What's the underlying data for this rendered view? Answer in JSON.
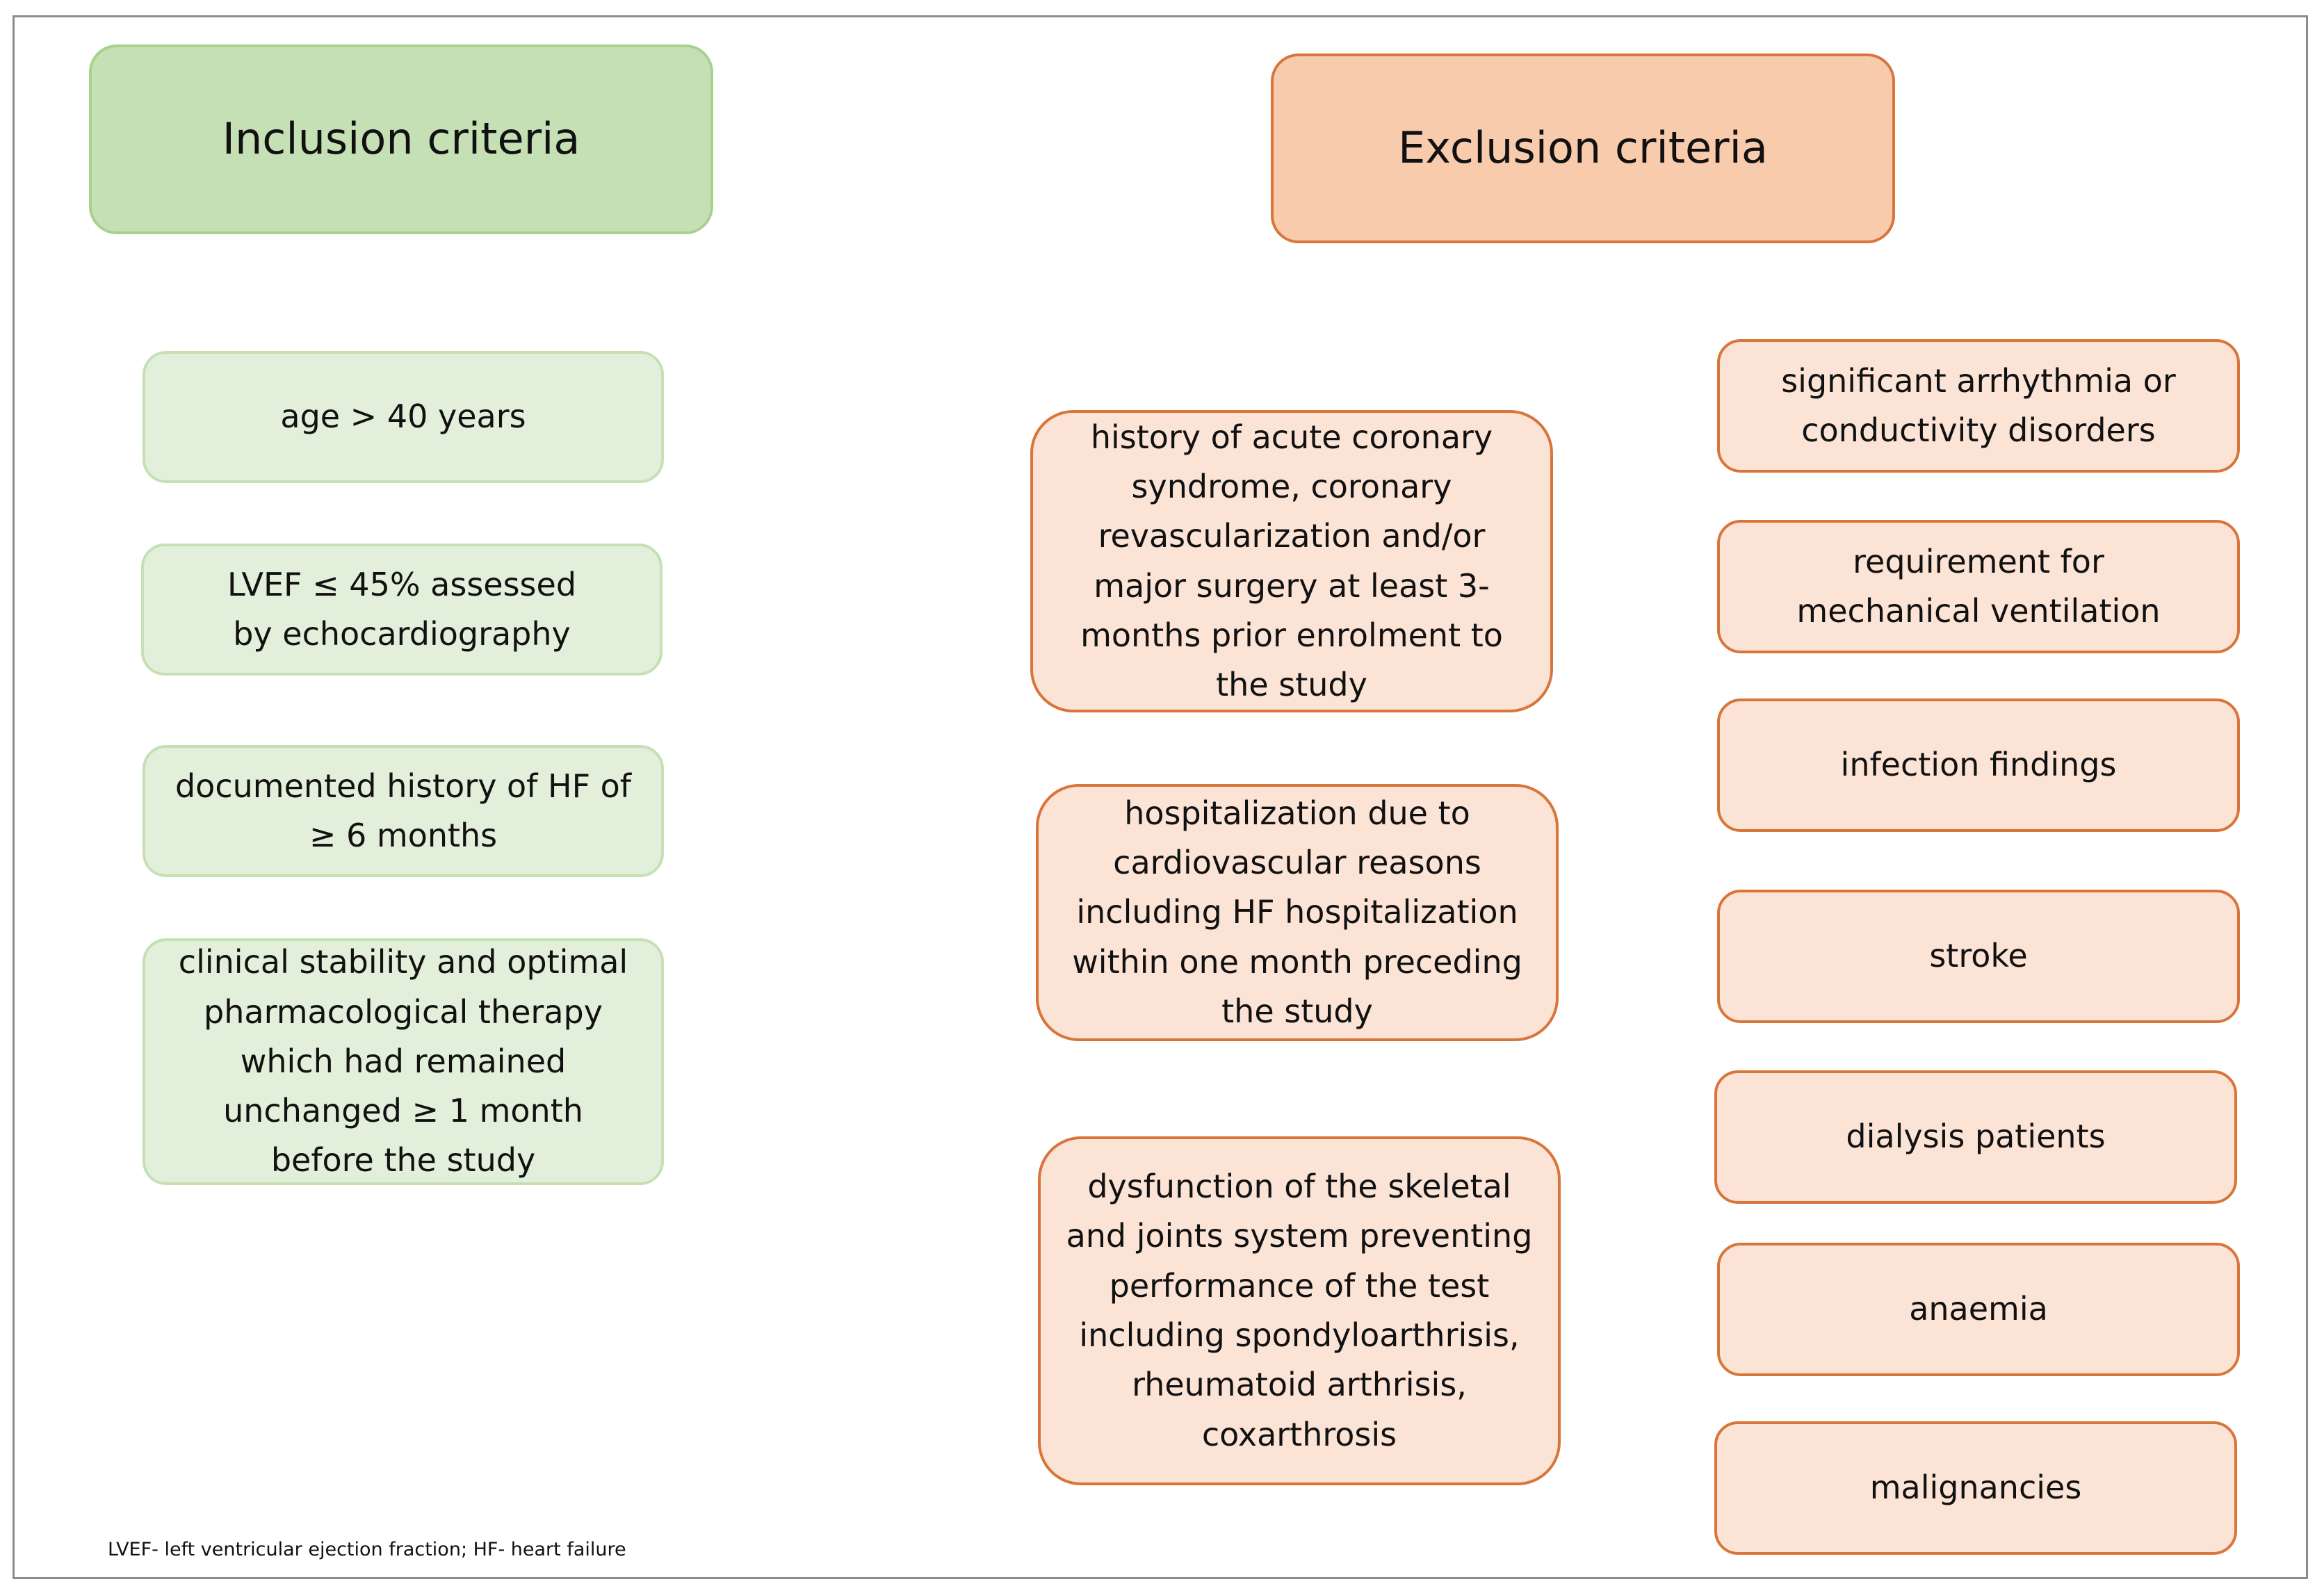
{
  "inclusion": {
    "title": "Inclusion criteria",
    "items": [
      "age > 40 years",
      "LVEF ≤ 45% assessed by echocardiography",
      "documented history of HF of ≥ 6 months",
      "clinical stability and optimal pharmacological therapy which had remained unchanged  ≥ 1 month before the study"
    ]
  },
  "exclusion": {
    "title": "Exclusion criteria",
    "center_items": [
      "history of acute coronary syndrome, coronary revascularization and/or major surgery at least 3-months prior enrolment to the study",
      "hospitalization due to cardiovascular reasons including HF hospitalization within one month preceding the study",
      "dysfunction of the skeletal and joints system preventing performance of the test including  spondyloarthrisis, rheumatoid arthrisis, coxarthrosis"
    ],
    "right_items": [
      "significant arrhythmia or conductivity disorders",
      "requirement for mechanical ventilation",
      "infection findings",
      "stroke",
      "dialysis patients",
      "anaemia",
      "malignancies"
    ]
  },
  "footnote": "LVEF- left ventricular ejection fraction; HF- heart failure",
  "colors": {
    "inclusion_header_fill": "#c5e0b4",
    "inclusion_item_fill": "#e2efda",
    "exclusion_header_fill": "#f8cbad",
    "exclusion_item_fill": "#fbe3d6",
    "exclusion_border": "#d9753a"
  }
}
